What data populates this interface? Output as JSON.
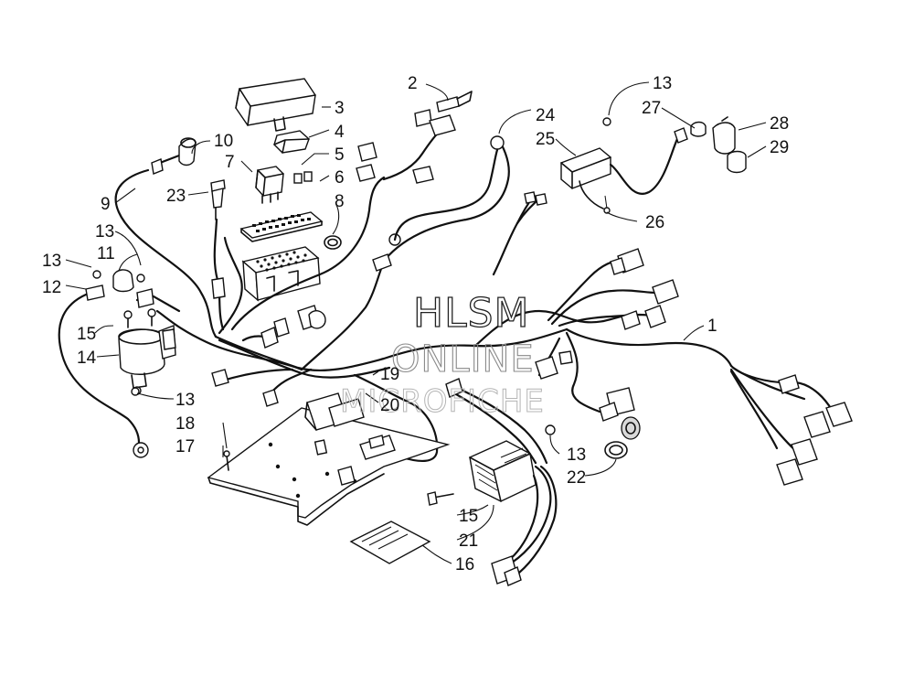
{
  "watermark": {
    "line1": "HLSM",
    "line2": "ONLINE",
    "line3": "MICROFICHE"
  },
  "callouts": {
    "c1": "1",
    "c2": "2",
    "c3": "3",
    "c4": "4",
    "c5": "5",
    "c6": "6",
    "c7": "7",
    "c8": "8",
    "c9": "9",
    "c10": "10",
    "c11": "11",
    "c12": "12",
    "c13a": "13",
    "c13b": "13",
    "c13c": "13",
    "c13d": "13",
    "c13e": "13",
    "c14": "14",
    "c15a": "15",
    "c15b": "15",
    "c16": "16",
    "c17": "17",
    "c18": "18",
    "c19": "19",
    "c20": "20",
    "c21": "21",
    "c22": "22",
    "c23": "23",
    "c24": "24",
    "c25": "25",
    "c26": "26",
    "c27": "27",
    "c28": "28",
    "c29": "29"
  }
}
